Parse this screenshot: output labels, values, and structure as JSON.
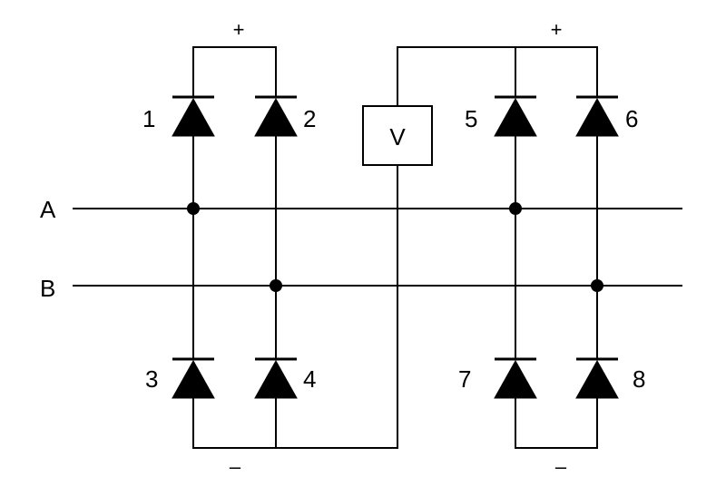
{
  "diagram": {
    "lines": {
      "a": "A",
      "b": "B"
    },
    "voltmeter": "V",
    "plus_left": "+",
    "plus_right": "+",
    "minus_left": "–",
    "minus_right": "–",
    "diodes": {
      "d1": "1",
      "d2": "2",
      "d3": "3",
      "d4": "4",
      "d5": "5",
      "d6": "6",
      "d7": "7",
      "d8": "8"
    }
  }
}
